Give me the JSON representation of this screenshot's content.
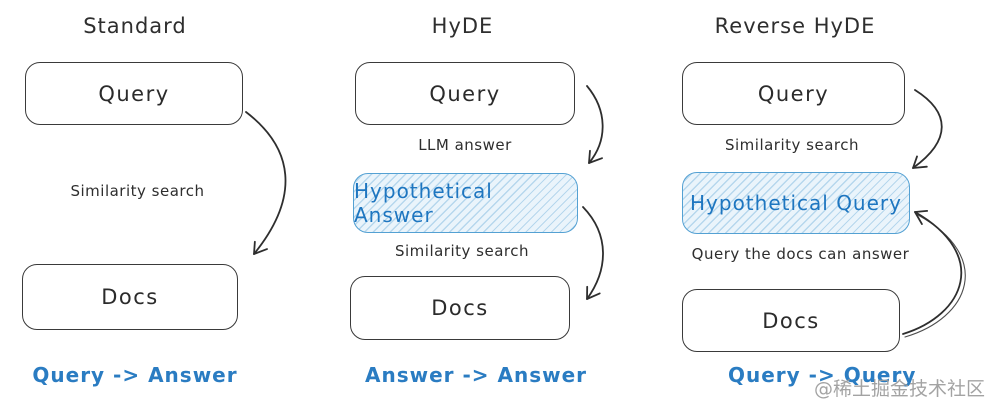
{
  "diagram": {
    "columns": [
      {
        "title": "Standard",
        "query_label": "Query",
        "edge1_label": "Similarity search",
        "docs_label": "Docs",
        "caption": "Query -> Answer"
      },
      {
        "title": "HyDE",
        "query_label": "Query",
        "edge1_label": "LLM answer",
        "hypo_label": "Hypothetical Answer",
        "edge2_label": "Similarity search",
        "docs_label": "Docs",
        "caption": "Answer -> Answer"
      },
      {
        "title": "Reverse HyDE",
        "query_label": "Query",
        "edge1_label": "Similarity search",
        "hypo_label": "Hypothetical Query",
        "edge2_label": "Query the docs can answer",
        "docs_label": "Docs",
        "caption": "Query -> Query"
      }
    ],
    "watermark": "@稀土掘金技术社区"
  },
  "colors": {
    "ink": "#2e2e2e",
    "box_border": "#3a3a3a",
    "blue_text": "#1e76c0",
    "blue_box_border": "#54a1d3",
    "blue_box_fill": "#eaf4fb",
    "caption_blue": "#2a7cc2",
    "watermark_gray": "#9a9a9a"
  }
}
